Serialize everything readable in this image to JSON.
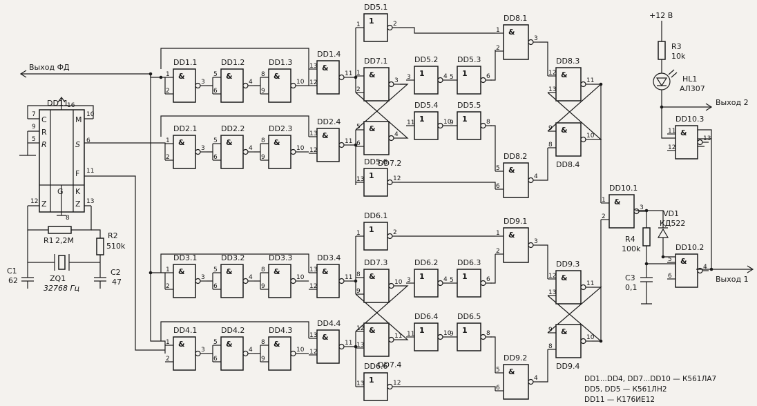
{
  "gates": [
    {
      "id": "dd1_1",
      "label": "DD1.1",
      "sym": "&",
      "pins": [
        "1",
        "2",
        "3"
      ]
    },
    {
      "id": "dd1_2",
      "label": "DD1.2",
      "sym": "&",
      "pins": [
        "5",
        "6",
        "4"
      ]
    },
    {
      "id": "dd1_3",
      "label": "DD1.3",
      "sym": "&",
      "pins": [
        "8",
        "9",
        "10"
      ]
    },
    {
      "id": "dd1_4",
      "label": "DD1.4",
      "sym": "&",
      "pins": [
        "13",
        "12",
        "11"
      ]
    },
    {
      "id": "dd2_1",
      "label": "DD2.1",
      "sym": "&",
      "pins": [
        "1",
        "2",
        "3"
      ]
    },
    {
      "id": "dd2_2",
      "label": "DD2.2",
      "sym": "&",
      "pins": [
        "5",
        "6",
        "4"
      ]
    },
    {
      "id": "dd2_3",
      "label": "DD2.3",
      "sym": "&",
      "pins": [
        "8",
        "9",
        "10"
      ]
    },
    {
      "id": "dd2_4",
      "label": "DD2.4",
      "sym": "&",
      "pins": [
        "13",
        "12",
        "11"
      ]
    },
    {
      "id": "dd3_1",
      "label": "DD3.1",
      "sym": "&",
      "pins": [
        "1",
        "2",
        "3"
      ]
    },
    {
      "id": "dd3_2",
      "label": "DD3.2",
      "sym": "&",
      "pins": [
        "5",
        "6",
        "4"
      ]
    },
    {
      "id": "dd3_3",
      "label": "DD3.3",
      "sym": "&",
      "pins": [
        "8",
        "9",
        "10"
      ]
    },
    {
      "id": "dd3_4",
      "label": "DD3.4",
      "sym": "&",
      "pins": [
        "13",
        "12",
        "11"
      ]
    },
    {
      "id": "dd4_1",
      "label": "DD4.1",
      "sym": "&",
      "pins": [
        "1",
        "2",
        "3"
      ]
    },
    {
      "id": "dd4_2",
      "label": "DD4.2",
      "sym": "&",
      "pins": [
        "5",
        "6",
        "4"
      ]
    },
    {
      "id": "dd4_3",
      "label": "DD4.3",
      "sym": "&",
      "pins": [
        "8",
        "9",
        "10"
      ]
    },
    {
      "id": "dd4_4",
      "label": "DD4.4",
      "sym": "&",
      "pins": [
        "13",
        "12",
        "11"
      ]
    },
    {
      "id": "dd5_1",
      "label": "DD5.1",
      "sym": "1",
      "pins": [
        "1",
        "2"
      ]
    },
    {
      "id": "dd5_2",
      "label": "DD5.2",
      "sym": "1",
      "pins": [
        "3",
        "4"
      ]
    },
    {
      "id": "dd5_3",
      "label": "DD5.3",
      "sym": "1",
      "pins": [
        "5",
        "6"
      ]
    },
    {
      "id": "dd5_4",
      "label": "DD5.4",
      "sym": "1",
      "pins": [
        "11",
        "10"
      ]
    },
    {
      "id": "dd5_5",
      "label": "DD5.5",
      "sym": "1",
      "pins": [
        "9",
        "8"
      ]
    },
    {
      "id": "dd5_6",
      "label": "DD5.6",
      "sym": "1",
      "pins": [
        "13",
        "12"
      ]
    },
    {
      "id": "dd6_1",
      "label": "DD6.1",
      "sym": "1",
      "pins": [
        "1",
        "2"
      ]
    },
    {
      "id": "dd6_2",
      "label": "DD6.2",
      "sym": "1",
      "pins": [
        "3",
        "4"
      ]
    },
    {
      "id": "dd6_3",
      "label": "DD6.3",
      "sym": "1",
      "pins": [
        "5",
        "6"
      ]
    },
    {
      "id": "dd6_4",
      "label": "DD6.4",
      "sym": "1",
      "pins": [
        "11",
        "10"
      ]
    },
    {
      "id": "dd6_5",
      "label": "DD6.5",
      "sym": "1",
      "pins": [
        "9",
        "8"
      ]
    },
    {
      "id": "dd6_6",
      "label": "DD6.6",
      "sym": "1",
      "pins": [
        "13",
        "12"
      ]
    },
    {
      "id": "dd7_1",
      "label": "DD7.1",
      "sym": "&",
      "pins": [
        "1",
        "2",
        "3"
      ]
    },
    {
      "id": "dd7_2",
      "label": "DD7.2",
      "sym": "&",
      "pins": [
        "5",
        "6",
        "4"
      ]
    },
    {
      "id": "dd7_3",
      "label": "DD7.3",
      "sym": "&",
      "pins": [
        "8",
        "9",
        "10"
      ]
    },
    {
      "id": "dd7_4",
      "label": "DD7.4",
      "sym": "&",
      "pins": [
        "12",
        "13",
        "11"
      ]
    },
    {
      "id": "dd8_1",
      "label": "DD8.1",
      "sym": "&",
      "pins": [
        "1",
        "2",
        "3"
      ]
    },
    {
      "id": "dd8_2",
      "label": "DD8.2",
      "sym": "&",
      "pins": [
        "5",
        "6",
        "4"
      ]
    },
    {
      "id": "dd8_3",
      "label": "DD8.3",
      "sym": "&",
      "pins": [
        "12",
        "13",
        "11"
      ]
    },
    {
      "id": "dd8_4",
      "label": "DD8.4",
      "sym": "&",
      "pins": [
        "9",
        "8",
        "10"
      ]
    },
    {
      "id": "dd9_1",
      "label": "DD9.1",
      "sym": "&",
      "pins": [
        "1",
        "2",
        "3"
      ]
    },
    {
      "id": "dd9_2",
      "label": "DD9.2",
      "sym": "&",
      "pins": [
        "5",
        "6",
        "4"
      ]
    },
    {
      "id": "dd9_3",
      "label": "DD9.3",
      "sym": "&",
      "pins": [
        "12",
        "13",
        "11"
      ]
    },
    {
      "id": "dd9_4",
      "label": "DD9.4",
      "sym": "&",
      "pins": [
        "9",
        "8",
        "10"
      ]
    },
    {
      "id": "dd10_1",
      "label": "DD10.1",
      "sym": "&",
      "pins": [
        "1",
        "2",
        "3"
      ]
    },
    {
      "id": "dd10_2",
      "label": "DD10.2",
      "sym": "&",
      "pins": [
        "5",
        "6",
        "4"
      ]
    },
    {
      "id": "dd10_3",
      "label": "DD10.3",
      "sym": "&",
      "pins": [
        "11",
        "12",
        "13"
      ]
    }
  ],
  "counter": {
    "label": "DD11",
    "left_pins": [
      "C",
      "R",
      "R"
    ],
    "right_pins": [
      "M",
      "S",
      "F"
    ],
    "bottom_pins": [
      "G",
      "Z",
      "K",
      "Z"
    ],
    "pin_numbers": [
      "7",
      "9",
      "5",
      "12",
      "16",
      "10",
      "6",
      "11",
      "13",
      "8"
    ]
  },
  "components": {
    "r1": {
      "ref": "R1",
      "value": "2,2M"
    },
    "r2": {
      "ref": "R2",
      "value": "510k"
    },
    "r3": {
      "ref": "R3",
      "value": "10k"
    },
    "r4": {
      "ref": "R4",
      "value": "100k"
    },
    "c1": {
      "ref": "C1",
      "value": "62"
    },
    "c2": {
      "ref": "C2",
      "value": "47"
    },
    "c3": {
      "ref": "C3",
      "value": "0,1"
    },
    "zq1": {
      "ref": "ZQ1",
      "value": "32768 Гц"
    },
    "vd1": {
      "ref": "VD1",
      "value": "КД522"
    },
    "hl1": {
      "ref": "HL1",
      "value": "АЛ307"
    }
  },
  "signals": {
    "out_fd": "Выход ФД",
    "out_1": "Выход 1",
    "out_2": "Выход 2",
    "supply": "+12 В"
  },
  "notes": [
    "DD1...DD4, DD7...DD10 — К561ЛА7",
    "DD5, DD5 — К561ЛН2",
    "DD11 — К176ИЕ12"
  ],
  "colors": {
    "ink": "#1a1a1a",
    "paper": "#f4f2ee"
  }
}
